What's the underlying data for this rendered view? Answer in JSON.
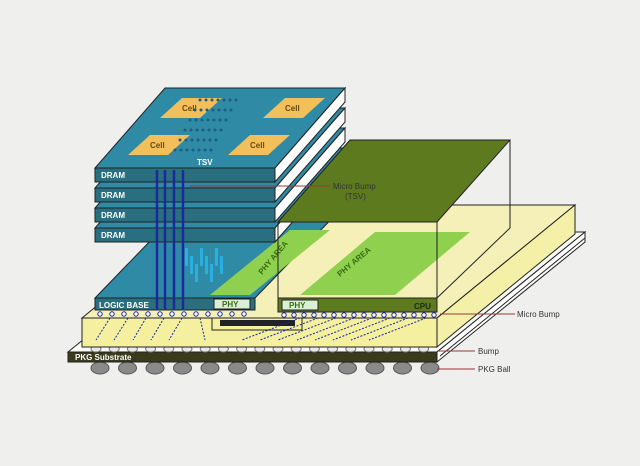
{
  "labels": {
    "cell": "Cell",
    "tsv": "TSV",
    "dram": [
      "DRAM",
      "DRAM",
      "DRAM",
      "DRAM"
    ],
    "logic_base": "LOGIC BASE",
    "phy_left": "PHY",
    "phy_right": "PHY",
    "phy_area_left": "PHY AREA",
    "phy_area_right": "PHY AREA",
    "cpu": "CPU",
    "pkg_substrate": "PKG Substrate"
  },
  "callouts": {
    "micro_bump_tsv_1": "Micro Bump",
    "micro_bump_tsv_2": "(TSV)",
    "micro_bump": "Micro Bump",
    "bump": "Bump",
    "pkg_ball": "PKG Ball"
  },
  "colors": {
    "dram": "#2f8aa6",
    "dram_front": "#2a6f80",
    "cell": "#f2bf5a",
    "cpu": "#5d7a1f",
    "interposer": "#f4f0a8",
    "substrate": "#3a3a1c",
    "tsv": "#1a2a9a",
    "callout_line": "#9a3a3a"
  }
}
